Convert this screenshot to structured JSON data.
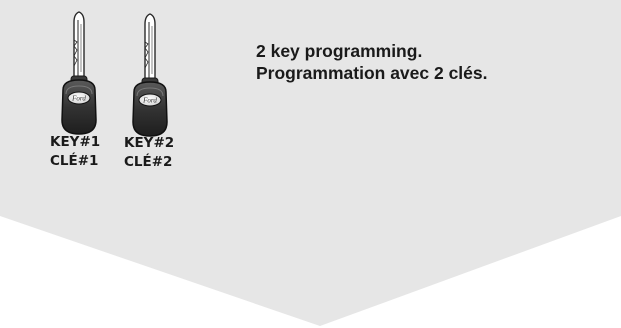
{
  "panel": {
    "background_color": "#e6e6e6"
  },
  "instructions": {
    "line1": "2 key programming.",
    "line2": "Programmation avec 2 clés."
  },
  "keys": [
    {
      "label_en": "KEY#1",
      "label_fr": "CLÉ#1",
      "logo_text": "Ford"
    },
    {
      "label_en": "KEY#2",
      "label_fr": "CLÉ#2",
      "logo_text": "Ford"
    }
  ]
}
